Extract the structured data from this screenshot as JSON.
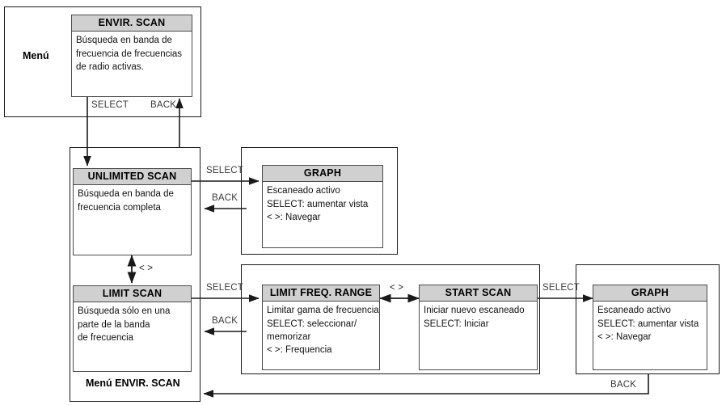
{
  "diagram": {
    "title": "ENVIR. SCAN menu navigation flow",
    "colors": {
      "header_fill": "#d0d0d0",
      "card_border": "#4a4a4a",
      "frame_border": "#1a1a1a",
      "text": "#111111",
      "label_text": "#3a3a3a"
    }
  },
  "groups": {
    "menu": {
      "label": "Menú"
    },
    "envir_scan_menu": {
      "label": "Menú ENVIR. SCAN"
    }
  },
  "cards": {
    "envir_scan": {
      "title": "ENVIR. SCAN",
      "lines": [
        "Búsqueda en banda de",
        "frecuencia de frecuencias",
        "de radio activas."
      ]
    },
    "unlimited_scan": {
      "title": "UNLIMITED SCAN",
      "lines": [
        "Búsqueda en banda de",
        "frecuencia completa"
      ]
    },
    "graph_top": {
      "title": "GRAPH",
      "lines": [
        "Escaneado activo",
        "SELECT: aumentar vista",
        "< >: Navegar"
      ]
    },
    "limit_scan": {
      "title": "LIMIT SCAN",
      "lines": [
        "Búsqueda sólo en una",
        "parte de la banda",
        "de frecuencia"
      ]
    },
    "limit_freq_range": {
      "title": "LIMIT FREQ. RANGE",
      "lines": [
        "Limitar gama de frecuencia",
        "SELECT: seleccionar/",
        "memorizar",
        "< >: Frequencia"
      ]
    },
    "start_scan": {
      "title": "START SCAN",
      "lines": [
        "Iniciar nuevo escaneado",
        "SELECT: Iniciar"
      ]
    },
    "graph_bottom": {
      "title": "GRAPH",
      "lines": [
        "Escaneado activo",
        "SELECT: aumentar vista",
        "< >: Navegar"
      ]
    }
  },
  "edges": {
    "menu_select": "SELECT",
    "menu_back": "BACK",
    "unlimited_select": "SELECT",
    "unlimited_back": "BACK",
    "scan_toggle": "< >",
    "limit_select": "SELECT",
    "limit_back": "BACK",
    "range_toggle": "< >",
    "start_select": "SELECT",
    "graph_back": "BACK"
  }
}
